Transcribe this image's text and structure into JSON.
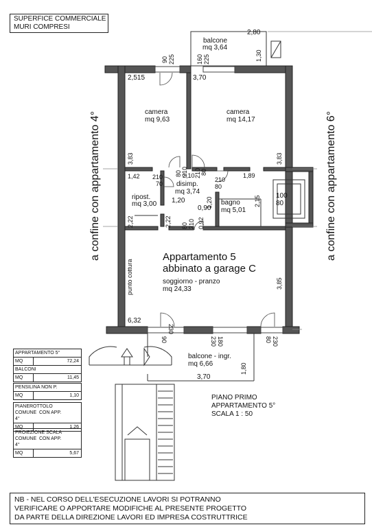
{
  "title_box": {
    "line1": "SUPERFICE COMMERCIALE",
    "line2": "MURI COMPRESI"
  },
  "rooms": {
    "camera1": {
      "name": "camera",
      "area": "mq 9,63"
    },
    "camera2": {
      "name": "camera",
      "area": "mq 14,17"
    },
    "disimp": {
      "name": "disimp.",
      "area": "mq 3,74"
    },
    "ripost": {
      "name": "ripost.",
      "area": "mq 3,00"
    },
    "bagno": {
      "name": "bagno",
      "area": "mq 5,01"
    },
    "balcone_top": {
      "name": "balcone",
      "area": "mq 3,64"
    },
    "soggiorno": {
      "name": "soggiorno - pranzo",
      "area": "mq 24,33"
    },
    "balcone_ingr": {
      "name": "balcone - ingr.",
      "area": "mq 6,66"
    }
  },
  "apartment_title": {
    "line1": "Appartamento 5",
    "line2": "abbinato a garage C"
  },
  "punto_cottura": "punto cottura",
  "side_left": "a confine con appartamento 4°",
  "side_right": "a confine con appartamento 6°",
  "plan_info": {
    "line1": "PIANO PRIMO",
    "line2": "APPARTAMENTO 5°",
    "line3": "SCALA 1 : 50"
  },
  "dims": {
    "d2_80": "2,80",
    "d90a": "90",
    "d225a": "225",
    "d160": "160",
    "d225b": "225",
    "d1_30": "1,30",
    "d2_515": "2,515",
    "d3_70a": "3,70",
    "d3_83a": "3,83",
    "d3_83b": "3,83",
    "d80a": "80",
    "d210a": "210",
    "d210b": "210",
    "d80b": "80",
    "d2_10": "2,10",
    "d1_42": "1,42",
    "d210c": "210",
    "d70": "70",
    "d210d": "210",
    "d80c": "80",
    "d1_89": "1,89",
    "d1_20a": "1,20",
    "d1_20b": "1,20",
    "d0_90": "0,90",
    "d2_15": "2,15",
    "d100": "100",
    "d80d": "80",
    "d2_22a": "2,22",
    "d2_22b": "2,22",
    "d80e": "80",
    "d210e": "210",
    "d0_92": "0,92",
    "d3_85": "3,85",
    "d6_32": "6,32",
    "d90b": "90",
    "d230a": "230",
    "d230b": "230",
    "d180": "180",
    "d80f": "80",
    "d230c": "230",
    "d3_70b": "3,70",
    "d1_80": "1,80"
  },
  "summary": [
    {
      "head": "APPARTAMENTO 5°",
      "unit": "MQ",
      "value": "72,24"
    },
    {
      "head": "BALCONI",
      "unit": "MQ",
      "value": "11,45"
    },
    {
      "head": "PENSILINA NON P.",
      "unit": "MQ",
      "value": "1,10"
    },
    {
      "head": "PIANEROTTOLO\nCOMUNE  CON APP.\n4°",
      "unit": "MQ",
      "value": "1,26"
    },
    {
      "head": "PROIEZIONE SCALA\nCOMUNE  CON APP.\n4°",
      "unit": "MQ",
      "value": "5,67"
    }
  ],
  "note": {
    "line1": "NB - NEL CORSO DELL'ESECUZIONE LAVORI SI POTRANNO",
    "line2": "VERIFICARE O APPORTARE MODIFICHE AL PRESENTE PROGETTO",
    "line3": "DA PARTE DELLA DIREZIONE LAVORI ED IMPRESA COSTRUTTRICE"
  }
}
